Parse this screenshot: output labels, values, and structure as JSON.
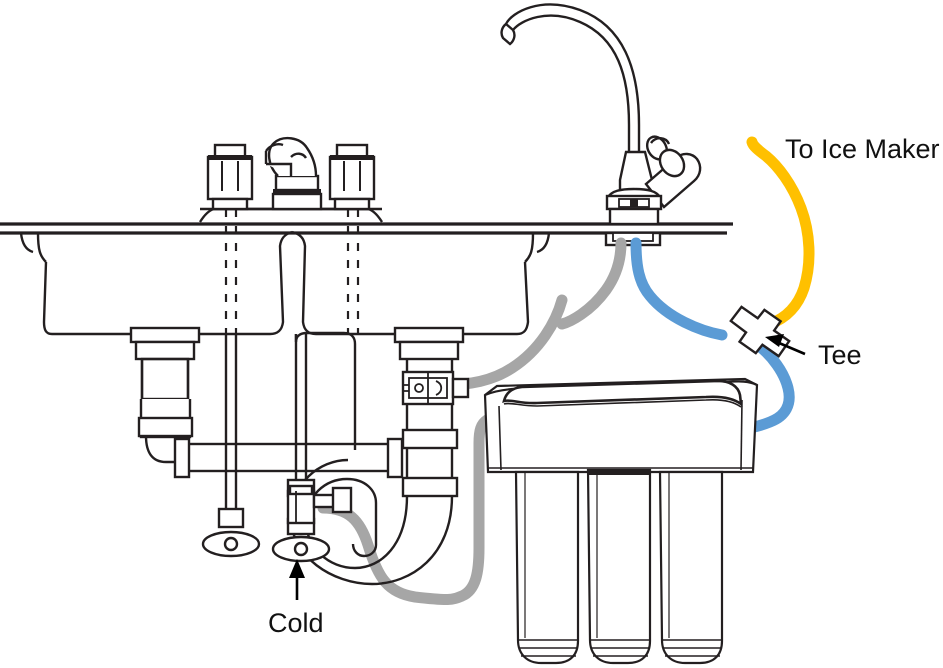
{
  "diagram": {
    "title": "Under-sink reverse osmosis system installation diagram",
    "labels": {
      "ice_maker": "To Ice Maker",
      "tee": "Tee",
      "cold": "Cold"
    },
    "colors": {
      "outline": "#231f20",
      "tube_gray": "#a6a6a6",
      "tube_blue": "#5b9bd5",
      "tube_yellow": "#ffc000",
      "text": "#111111",
      "background": "#ffffff"
    },
    "components": [
      {
        "name": "ro-faucet",
        "label": "RO gooseneck faucet"
      },
      {
        "name": "countertop",
        "label": "Countertop"
      },
      {
        "name": "double-bowl-sink",
        "label": "Double bowl sink"
      },
      {
        "name": "main-faucet",
        "label": "Main sink faucet"
      },
      {
        "name": "p-trap",
        "label": "P-trap"
      },
      {
        "name": "drain-saddle",
        "label": "Drain saddle clamp"
      },
      {
        "name": "cold-angle-stop",
        "label": "Cold water angle stop valve"
      },
      {
        "name": "ro-unit",
        "label": "Reverse osmosis filter unit"
      },
      {
        "name": "tee-fitting",
        "label": "Tee fitting"
      }
    ],
    "tubes": [
      {
        "name": "drain-tube",
        "color": "#a6a6a6",
        "from": "drain-saddle",
        "to": "ro-unit"
      },
      {
        "name": "feed-tube",
        "color": "#a6a6a6",
        "from": "cold-angle-stop",
        "to": "ro-unit"
      },
      {
        "name": "product-tube",
        "color": "#5b9bd5",
        "from": "ro-faucet",
        "to": "tee-fitting"
      },
      {
        "name": "ice-maker-tube",
        "color": "#ffc000",
        "from": "tee-fitting",
        "to": "ice-maker"
      }
    ]
  }
}
